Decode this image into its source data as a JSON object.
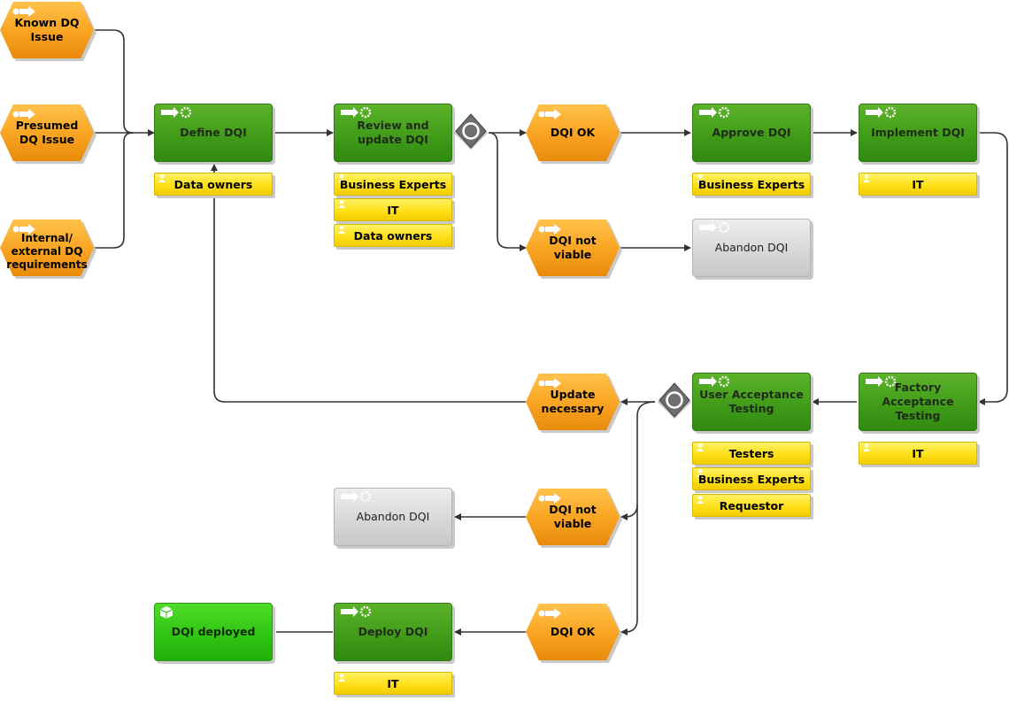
{
  "events": [
    {
      "id": "known",
      "label": "Known DQ Issue"
    },
    {
      "id": "presumed",
      "label": "Presumed DQ Issue"
    },
    {
      "id": "internal",
      "label": "Internal/ external DQ requirements"
    },
    {
      "id": "dqi-ok-1",
      "label": "DQI OK"
    },
    {
      "id": "dqi-nv-1",
      "label": "DQI not viable"
    },
    {
      "id": "update",
      "label": "Update necessary"
    },
    {
      "id": "dqi-nv-2",
      "label": "DQI not viable"
    },
    {
      "id": "dqi-ok-2",
      "label": "DQI OK"
    }
  ],
  "functions": [
    {
      "id": "define",
      "label": "Define DQI"
    },
    {
      "id": "review",
      "label": "Review and update DQI"
    },
    {
      "id": "approve",
      "label": "Approve DQI"
    },
    {
      "id": "implement",
      "label": "Implement DQI"
    },
    {
      "id": "abandon-1",
      "label": "Abandon DQI"
    },
    {
      "id": "uat",
      "label": "User Acceptance Testing"
    },
    {
      "id": "fat",
      "label": "Factory Acceptance Testing"
    },
    {
      "id": "abandon-2",
      "label": "Abandon DQI"
    },
    {
      "id": "deploy",
      "label": "Deploy DQI"
    },
    {
      "id": "deployed",
      "label": "DQI deployed"
    }
  ],
  "roles": [
    {
      "id": "r1",
      "label": "Data  owners"
    },
    {
      "id": "r2",
      "label": "Business Experts"
    },
    {
      "id": "r3",
      "label": "IT"
    },
    {
      "id": "r4",
      "label": "Data  owners"
    },
    {
      "id": "r5",
      "label": "Business Experts"
    },
    {
      "id": "r6",
      "label": "IT"
    },
    {
      "id": "r7",
      "label": "IT"
    },
    {
      "id": "r8",
      "label": "Testers"
    },
    {
      "id": "r9",
      "label": "Business Experts"
    },
    {
      "id": "r10",
      "label": "Requestor"
    },
    {
      "id": "r11",
      "label": "IT"
    }
  ],
  "gateways": [
    {
      "id": "g1",
      "type": "XOR"
    },
    {
      "id": "g2",
      "type": "XOR"
    }
  ],
  "colors": {
    "event": "#f9a321",
    "function": "#3f9a18",
    "function_abandoned": "#d6d6d6",
    "function_final": "#2fc312",
    "role": "#ffe01a",
    "connector": "#333333"
  },
  "icons": {
    "event": "event-flag-icon",
    "function": "gear-process-icon",
    "final": "cube-icon",
    "role": "person-role-icon",
    "gateway": "xor-gateway-icon"
  }
}
